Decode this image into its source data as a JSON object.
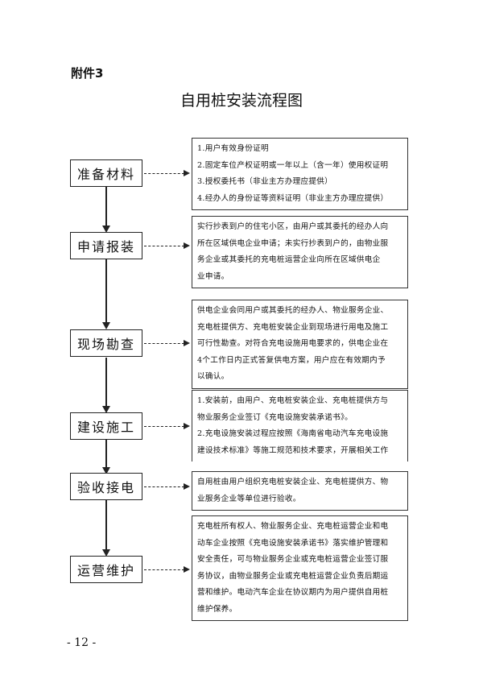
{
  "annex_label": "附件3",
  "title": "自用桩安装流程图",
  "steps": [
    {
      "label": "准备材料",
      "lines": [
        "1.用户有效身份证明",
        "2.固定车位产权证明或一年以上（含一年）使用权证明",
        "3.授权委托书（非业主方办理应提供）",
        "4.经办人的身份证等资料证明（非业主方办理应提供）"
      ]
    },
    {
      "label": "申请报装",
      "lines": [
        "实行抄表到户的住宅小区，由用户或其委托的经办人向",
        "所在区域供电企业申请；未实行抄表到户的，由物业服",
        "务企业或其委托的充电桩运营企业向所在区域供电企",
        "业申请。"
      ]
    },
    {
      "label": "现场勘查",
      "lines": [
        "供电企业会同用户或其委托的经办人、物业服务企业、",
        "充电桩提供方、充电桩安装企业到现场进行用电及施工",
        "可行性勘查。对符合充电设施用电要求的，供电企业在",
        "4个工作日内正式答复供电方案，用户应在有效期内予",
        "以确认。"
      ]
    },
    {
      "label": "建设施工",
      "lines": [
        "1.安装前，由用户、充电桩安装企业、充电桩提供方与",
        "物业服务企业签订《充电设施安装承诺书》。",
        "2.充电设施安装过程应按照《海南省电动汽车充电设施",
        "建设技术标准》等施工规范和技术要求，开展相关工作"
      ]
    },
    {
      "label": "验收接电",
      "lines": [
        "自用桩由用户组织充电桩安装企业、充电桩提供方、物",
        "业服务企业等单位进行验收。"
      ]
    },
    {
      "label": "运营维护",
      "lines": [
        "充电桩所有权人、物业服务企业、充电桩运营企业和电",
        "动车企业按照《充电设施安装承诺书》落实维护管理和",
        "安全责任，可与物业服务企业或充电桩运营企业签订服",
        "务协议，由物业服务企业或充电桩运营企业负责后期运",
        "营和维护。电动汽车企业在协议期内为用户提供自用桩",
        "维护保养。"
      ]
    }
  ],
  "page_number": "- 12 -"
}
